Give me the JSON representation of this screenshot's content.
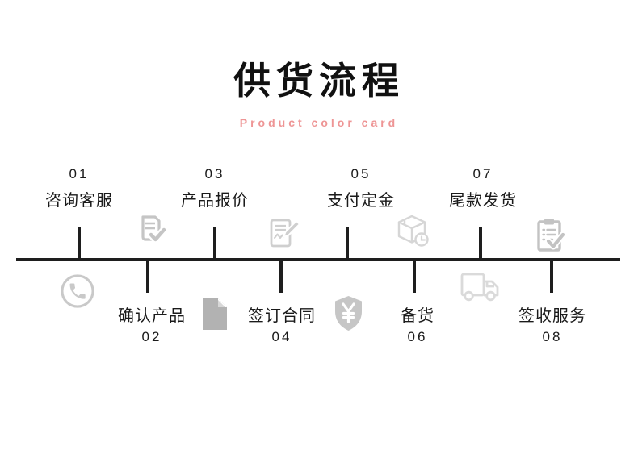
{
  "page": {
    "background": "#ffffff"
  },
  "header": {
    "title": "供货流程",
    "subtitle": "Product color card",
    "subtitle_color": "#ee9595",
    "title_color": "#111111"
  },
  "flow": {
    "line_color": "#1e1e1e",
    "text_color": "#1a1a1a",
    "icon_color": "#c8c8c8",
    "steps": [
      {
        "number": "01",
        "label": "咨询客服",
        "side": "top"
      },
      {
        "number": "02",
        "label": "确认产品",
        "side": "bottom"
      },
      {
        "number": "03",
        "label": "产品报价",
        "side": "top"
      },
      {
        "number": "04",
        "label": "签订合同",
        "side": "bottom"
      },
      {
        "number": "05",
        "label": "支付定金",
        "side": "top"
      },
      {
        "number": "06",
        "label": "备货",
        "side": "bottom"
      },
      {
        "number": "07",
        "label": "尾款发货",
        "side": "top"
      },
      {
        "number": "08",
        "label": "签收服务",
        "side": "bottom"
      }
    ],
    "icons": [
      {
        "name": "phone-icon",
        "row": "below-line"
      },
      {
        "name": "document-check-icon",
        "row": "above-line"
      },
      {
        "name": "document-icon",
        "row": "below-line"
      },
      {
        "name": "contract-pen-icon",
        "row": "above-line"
      },
      {
        "name": "shield-yuan-icon",
        "row": "below-line"
      },
      {
        "name": "package-clock-icon",
        "row": "above-line"
      },
      {
        "name": "truck-icon",
        "row": "below-line"
      },
      {
        "name": "clipboard-check-icon",
        "row": "above-line"
      }
    ]
  }
}
